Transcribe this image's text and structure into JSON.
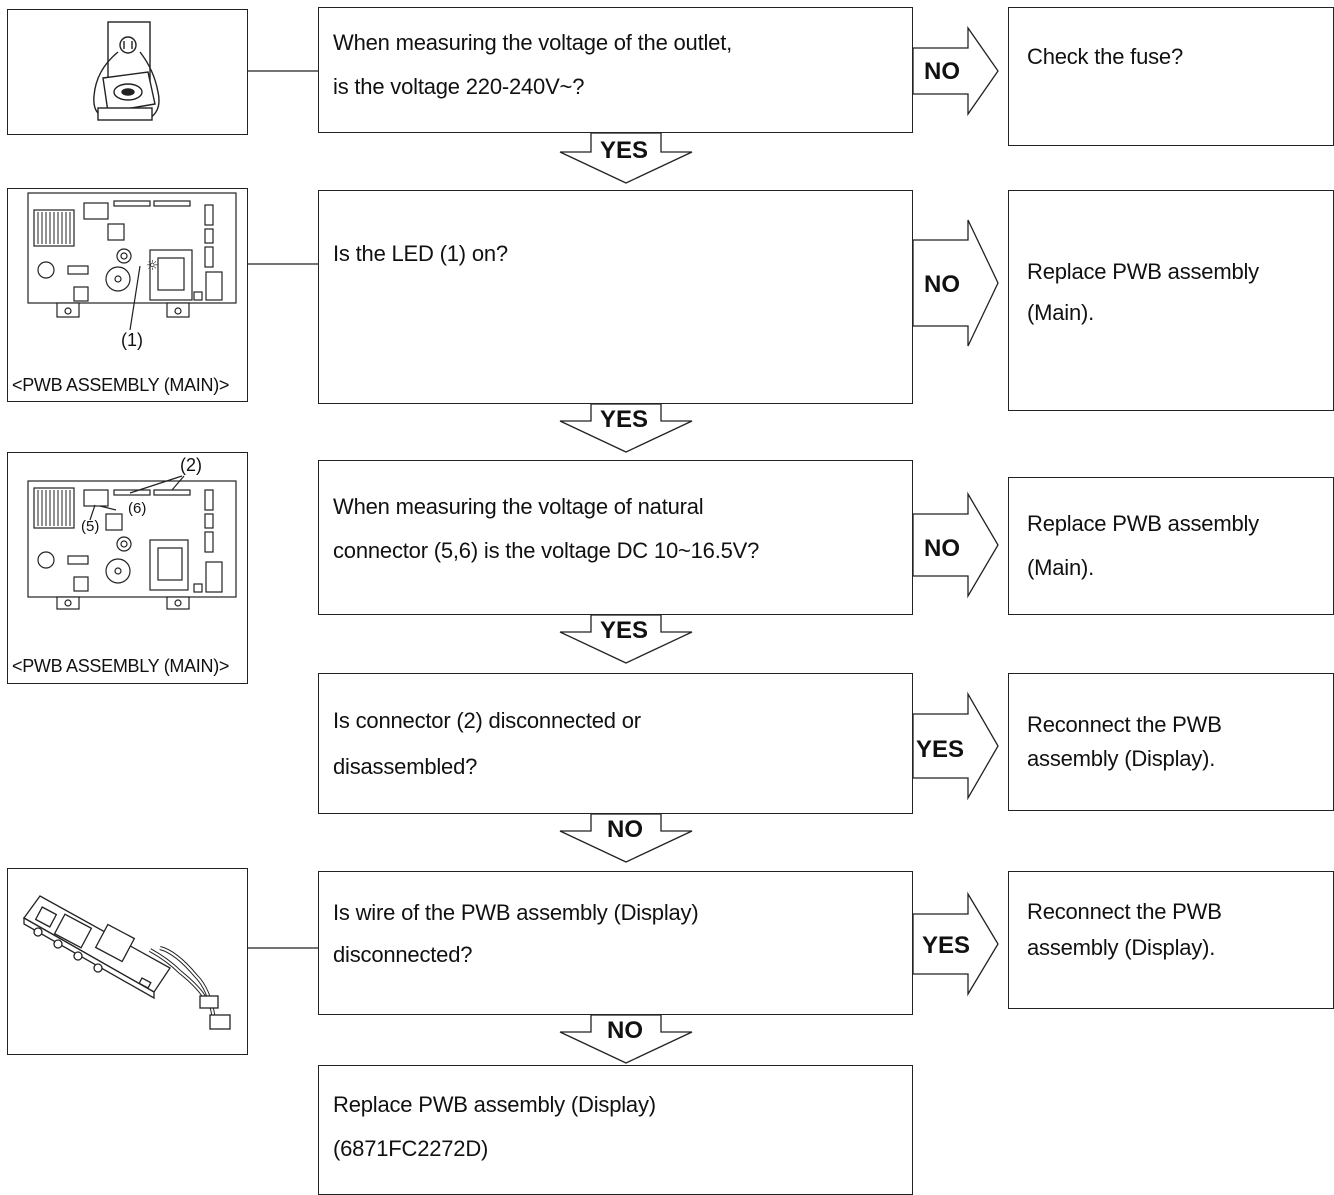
{
  "steps": [
    {
      "question": [
        "When measuring the voltage of the outlet,",
        "is the voltage 220-240V~?"
      ],
      "branch_label": "NO",
      "action": [
        "Check the fuse?"
      ],
      "next_label": "YES"
    },
    {
      "question": [
        "Is the LED (1) on?"
      ],
      "branch_label": "NO",
      "action": [
        "Replace PWB assembly",
        "(Main)."
      ],
      "next_label": "YES"
    },
    {
      "question": [
        "When measuring the voltage of natural",
        "connector (5,6) is the voltage DC 10~16.5V?"
      ],
      "branch_label": "NO",
      "action": [
        "Replace PWB assembly",
        "(Main)."
      ],
      "next_label": "YES"
    },
    {
      "question": [
        "Is connector (2)  disconnected or",
        "disassembled?"
      ],
      "branch_label": "YES",
      "action": [
        "Reconnect the PWB",
        "assembly (Display)."
      ],
      "next_label": "NO"
    },
    {
      "question": [
        "Is wire of the PWB assembly (Display)",
        "disconnected?"
      ],
      "branch_label": "YES",
      "action": [
        "Reconnect the PWB",
        "assembly  (Display)."
      ],
      "next_label": "NO"
    }
  ],
  "final": [
    "Replace PWB assembly (Display)",
    "(6871FC2272D)"
  ],
  "figures": {
    "led_marker": "(1)",
    "connector_2_marker": "(2)",
    "connector_5_marker": "(5)",
    "connector_6_marker": "(6)",
    "pwb_caption_1": "<PWB ASSEMBLY (MAIN)>",
    "pwb_caption_2": "<PWB ASSEMBLY (MAIN)>",
    "icons": [
      "outlet-plug-icon",
      "pwb-main-board-icon",
      "pwb-main-board-icon",
      "pwb-display-board-icon"
    ]
  }
}
